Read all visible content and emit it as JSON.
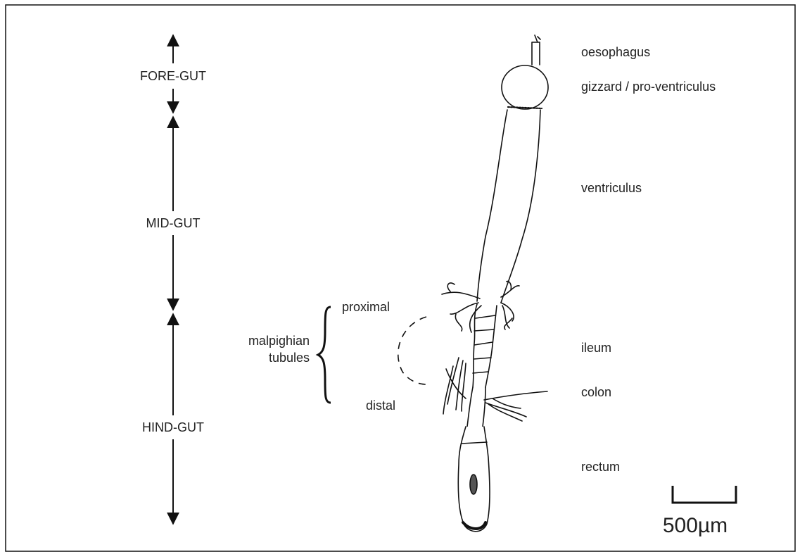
{
  "regions": {
    "fore_gut": "FORE-GUT",
    "mid_gut": "MID-GUT",
    "hind_gut": "HIND-GUT"
  },
  "parts": {
    "oesophagus": "oesophagus",
    "gizzard": "gizzard / pro-ventriculus",
    "ventriculus": "ventriculus",
    "ileum": "ileum",
    "colon": "colon",
    "rectum": "rectum"
  },
  "malpighian": {
    "line1": "malpighian",
    "line2": "tubules",
    "proximal": "proximal",
    "distal": "distal"
  },
  "scale_bar": {
    "label": "500µm"
  }
}
